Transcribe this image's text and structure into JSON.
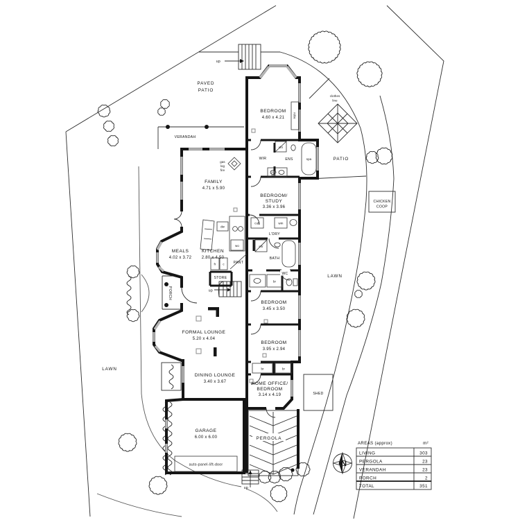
{
  "labels": {
    "up": "up",
    "paved_patio": [
      "PAVED",
      "PATIO"
    ],
    "verandah": "VERANDAH",
    "clothes_line": [
      "clothes",
      "line"
    ],
    "patio": "PATIO",
    "lawn": "LAWN",
    "chicken_coop": [
      "CHICKEN",
      "COOP"
    ],
    "pergola": "PERGOLA",
    "porch": "PORCH",
    "shed": "SHED",
    "store": "STORE",
    "pant": "PANT",
    "ldry": "L'DRY",
    "bath": "BATH",
    "ens": "ENS",
    "wir": "WIR",
    "wc": "WC",
    "gas_log_fire": [
      "gas",
      "log",
      "fire"
    ],
    "auto_door": "auto-panel-lift-door",
    "compass_north": "N"
  },
  "fixtures": {
    "spa": "spa",
    "shr": "shr",
    "robe": "robe",
    "br": "br",
    "cub": "cub",
    "wm": "wm",
    "dw": "dw",
    "wo": "wo",
    "fr": "fr",
    "c": "c"
  },
  "rooms": {
    "bedroom_main": {
      "name": "BEDROOM",
      "dims": "4.60 x 4.21"
    },
    "family": {
      "name": "FAMILY",
      "dims": "4.71 x 5.90"
    },
    "bedroom_study": {
      "name1": "BEDROOM/",
      "name2": "STUDY",
      "dims": "3.36 x 3.96"
    },
    "meals": {
      "name": "MEALS",
      "dims": "4.02 x 3.72"
    },
    "kitchen": {
      "name": "KITCHEN",
      "dims": "2.80 x 4.50"
    },
    "bedroom_3": {
      "name": "BEDROOM",
      "dims": "3.45 x 3.50"
    },
    "bedroom_4": {
      "name": "BEDROOM",
      "dims": "3.95 x 2.94"
    },
    "home_office": {
      "name1": "HOME OFFICE/",
      "name2": "BEDROOM",
      "dims": "3.14 x 4.19"
    },
    "formal_lounge": {
      "name": "FORMAL LOUNGE",
      "dims": "5.20 x 4.04"
    },
    "dining_lounge": {
      "name": "DINING LOUNGE",
      "dims": "3.40 x 3.67"
    },
    "garage": {
      "name": "GARAGE",
      "dims": "6.00 x 6.00"
    }
  },
  "areas_table": {
    "title": "AREAS (approx)",
    "unit": "m²",
    "rows": [
      {
        "label": "LIVING",
        "value": "303"
      },
      {
        "label": "PERGOLA",
        "value": "23"
      },
      {
        "label": "VERANDAH",
        "value": "23"
      },
      {
        "label": "PORCH",
        "value": "2"
      }
    ],
    "total": {
      "label": "TOTAL",
      "value": "351"
    }
  }
}
